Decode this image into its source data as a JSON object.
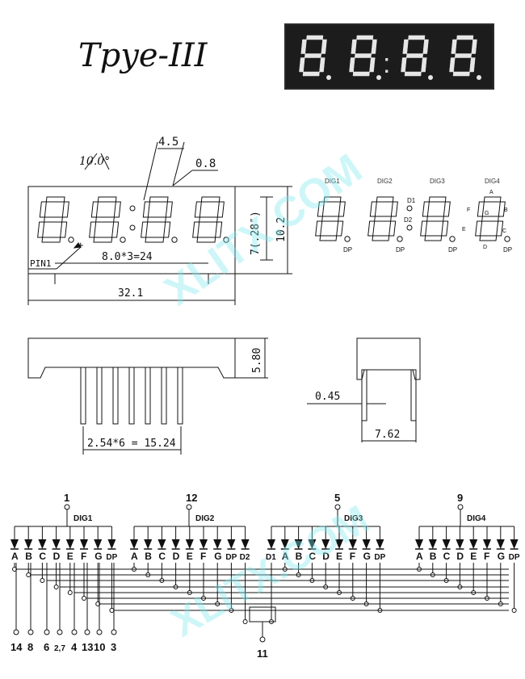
{
  "title": "Tpye-III",
  "display_photo": {
    "digits": [
      "8",
      "8",
      "8",
      "8"
    ],
    "colon": ":",
    "glow_color": "#e6e6e6",
    "bg_color": "#2a2a2a"
  },
  "front_view": {
    "angle": "10.0°",
    "dim_top": "4.5",
    "dim_gap": "0.8",
    "dim_digit_height": "7(.28″)",
    "dim_height": "10.2",
    "dim_pitch": "8.0*3=24",
    "dim_width": "32.1",
    "pin_label": "PIN1",
    "plus_mark": "+"
  },
  "segment_diagram": {
    "digit_labels": [
      "DIG1",
      "DIG2",
      "DIG3",
      "DIG4"
    ],
    "segment_letters": {
      "a": "A",
      "b": "B",
      "c": "C",
      "d": "D",
      "e": "E",
      "f": "F",
      "g": "G"
    },
    "dp_label": "DP",
    "colon_labels": [
      "D1",
      "D2"
    ]
  },
  "side_view": {
    "dim_height": "5.80",
    "dim_pins": "2.54*6 = 15.24"
  },
  "end_view": {
    "dim_pin": "0.45",
    "dim_spacing": "7.62"
  },
  "schematic": {
    "common_pins": [
      "1",
      "12",
      "5",
      "9"
    ],
    "digit_labels": [
      "DIG1",
      "DIG2",
      "DIG3",
      "DIG4"
    ],
    "segments": [
      "A",
      "B",
      "C",
      "D",
      "E",
      "F",
      "G",
      "DP"
    ],
    "colon_segments": [
      "D2",
      "D1"
    ],
    "bottom_pins": [
      "14",
      "8",
      "6",
      "2,7",
      "4",
      "13",
      "10",
      "3"
    ],
    "colon_pin": "11"
  },
  "watermark": "XLITX.COM",
  "watermark_color": "#7fe8ee"
}
